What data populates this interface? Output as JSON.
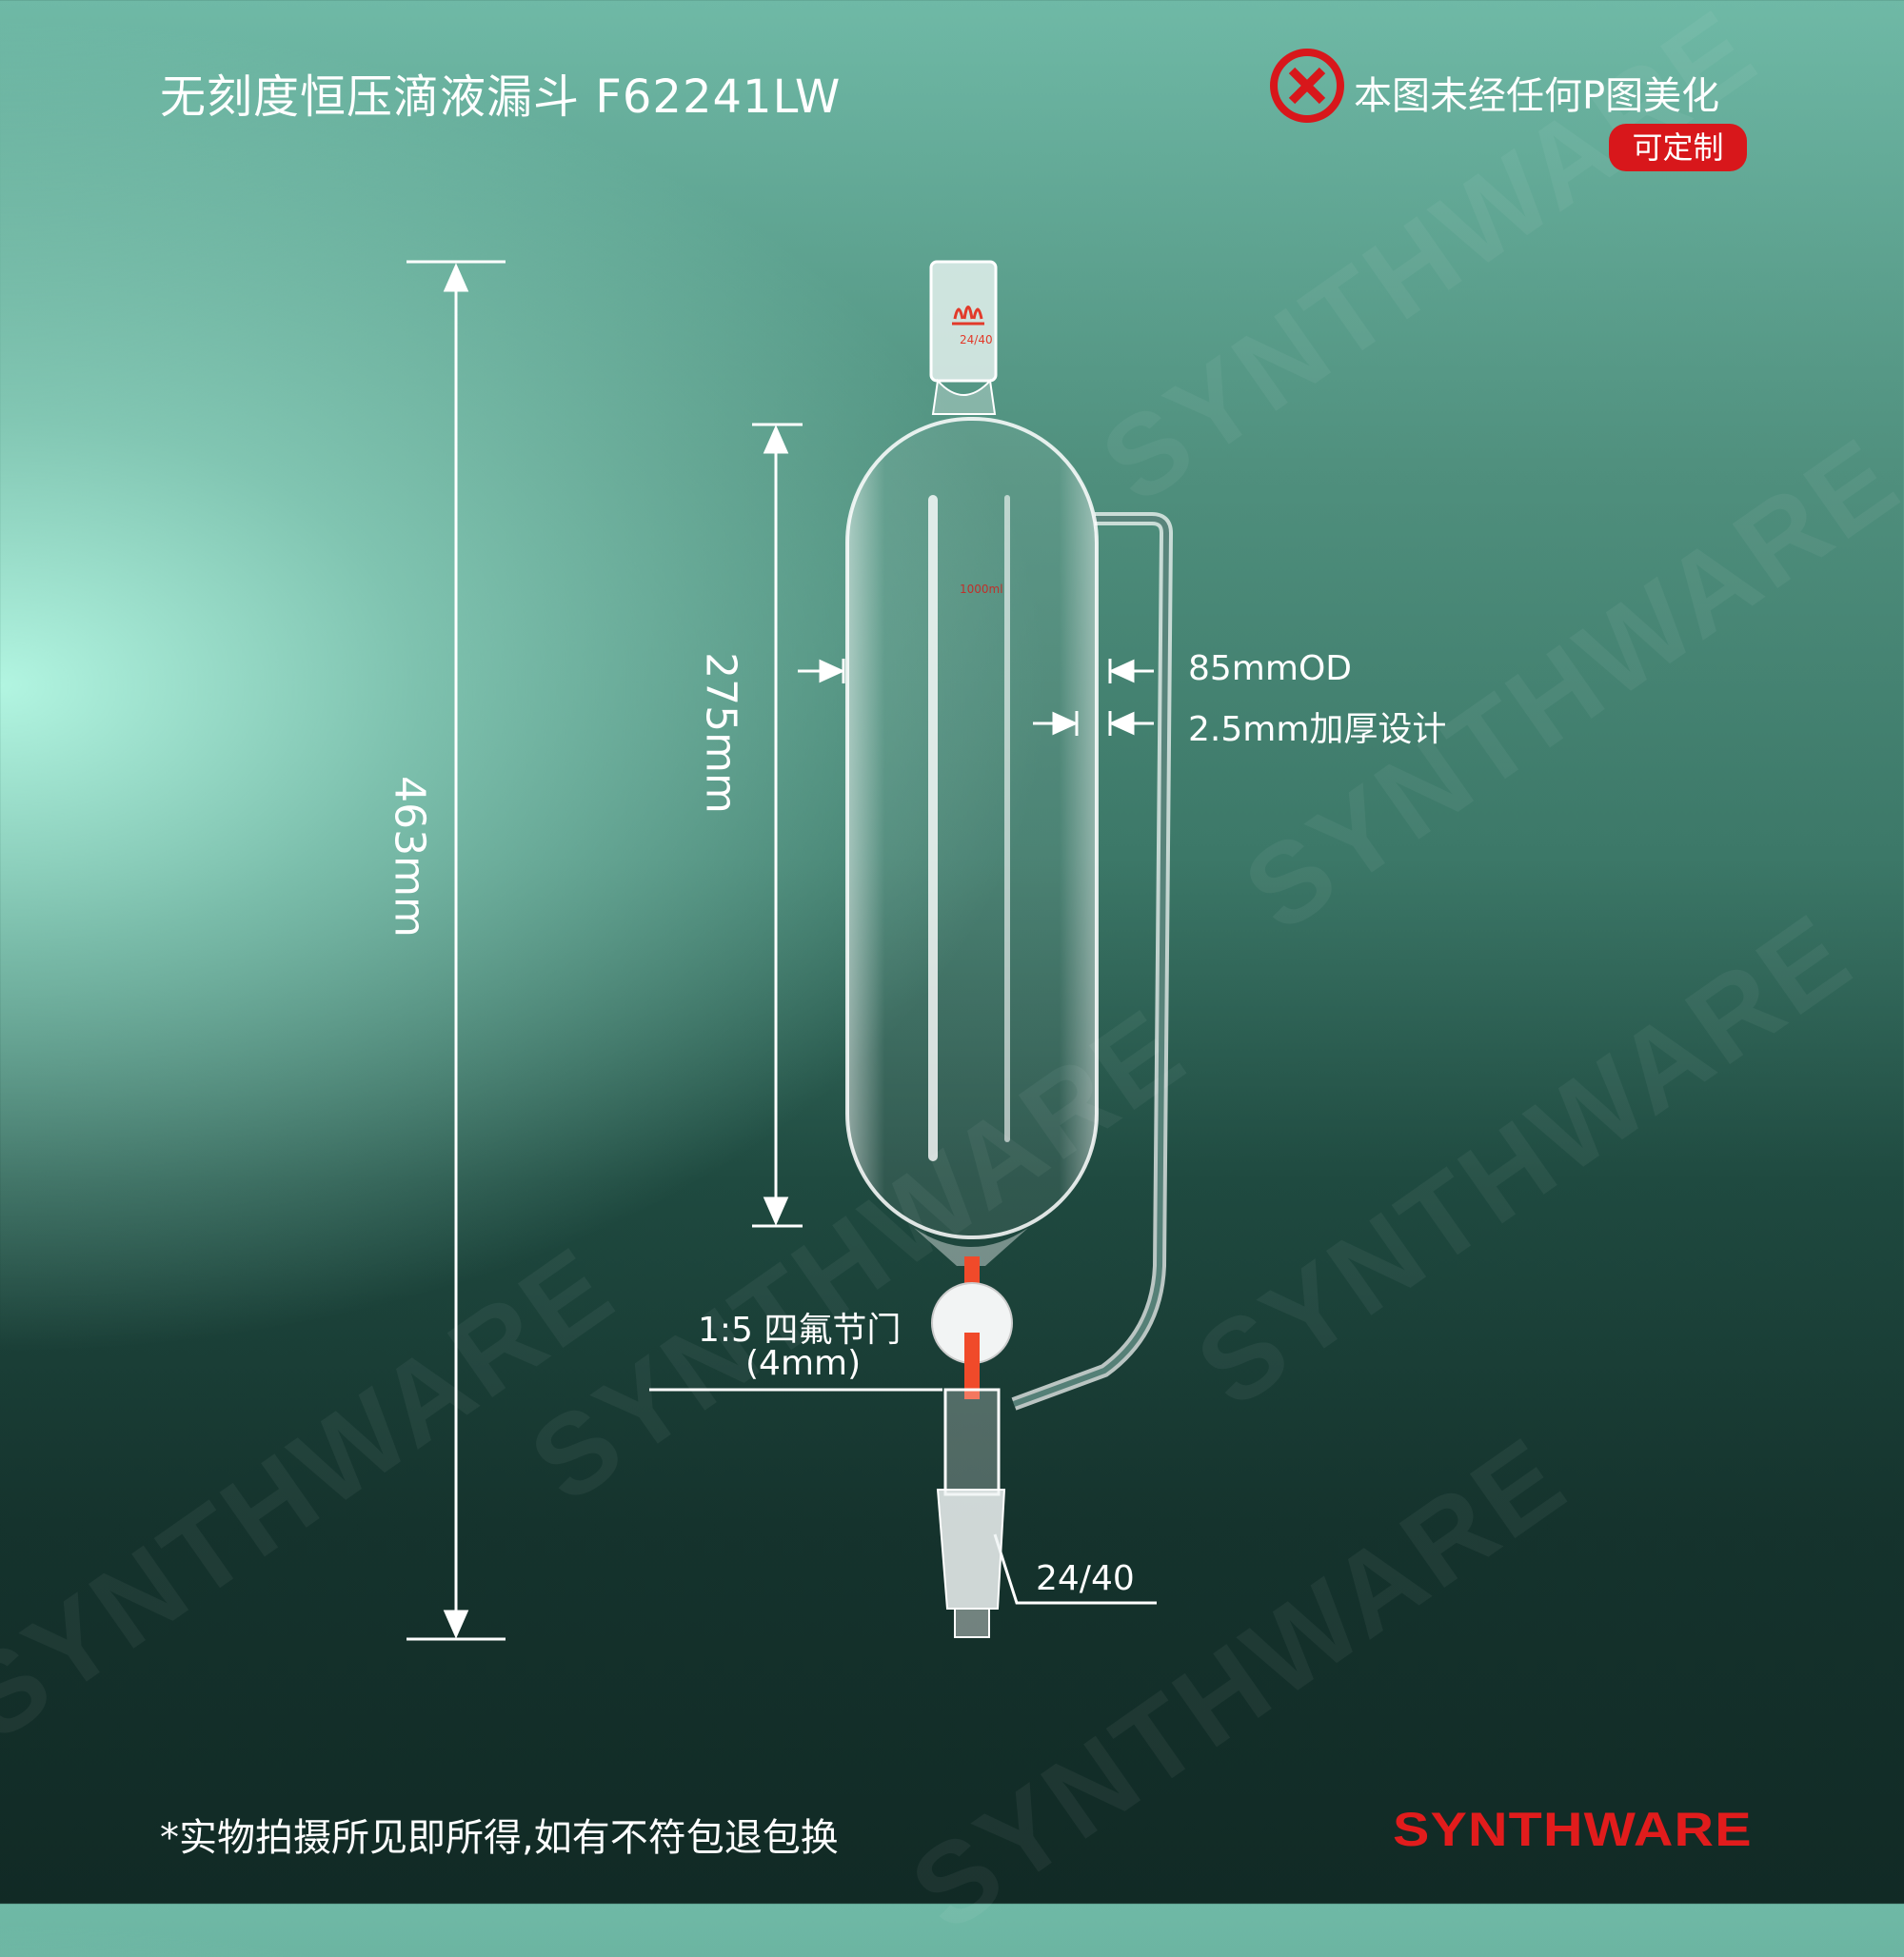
{
  "header": {
    "title": "无刻度恒压滴液漏斗 F62241LW",
    "notice": "本图未经任何P图美化",
    "badge": "可定制"
  },
  "dimensions": {
    "total_height": "463mm",
    "body_height": "275mm",
    "outer_diameter": "85mmOD",
    "wall": "2.5mm加厚设计"
  },
  "labels": {
    "stopcock_line1": "1:5 四氟节门",
    "stopcock_line2": "(4mm)",
    "joint": "24/40",
    "top_joint": "24/40",
    "volume": "1000ml"
  },
  "footer": {
    "disclaimer": "*实物拍摄所见即所得,如有不符包退包换",
    "brand": "SYNTHWARE"
  },
  "watermark": "SYNTHWARE",
  "colors": {
    "accent": "#d8171b",
    "brand": "#e11c1c"
  }
}
